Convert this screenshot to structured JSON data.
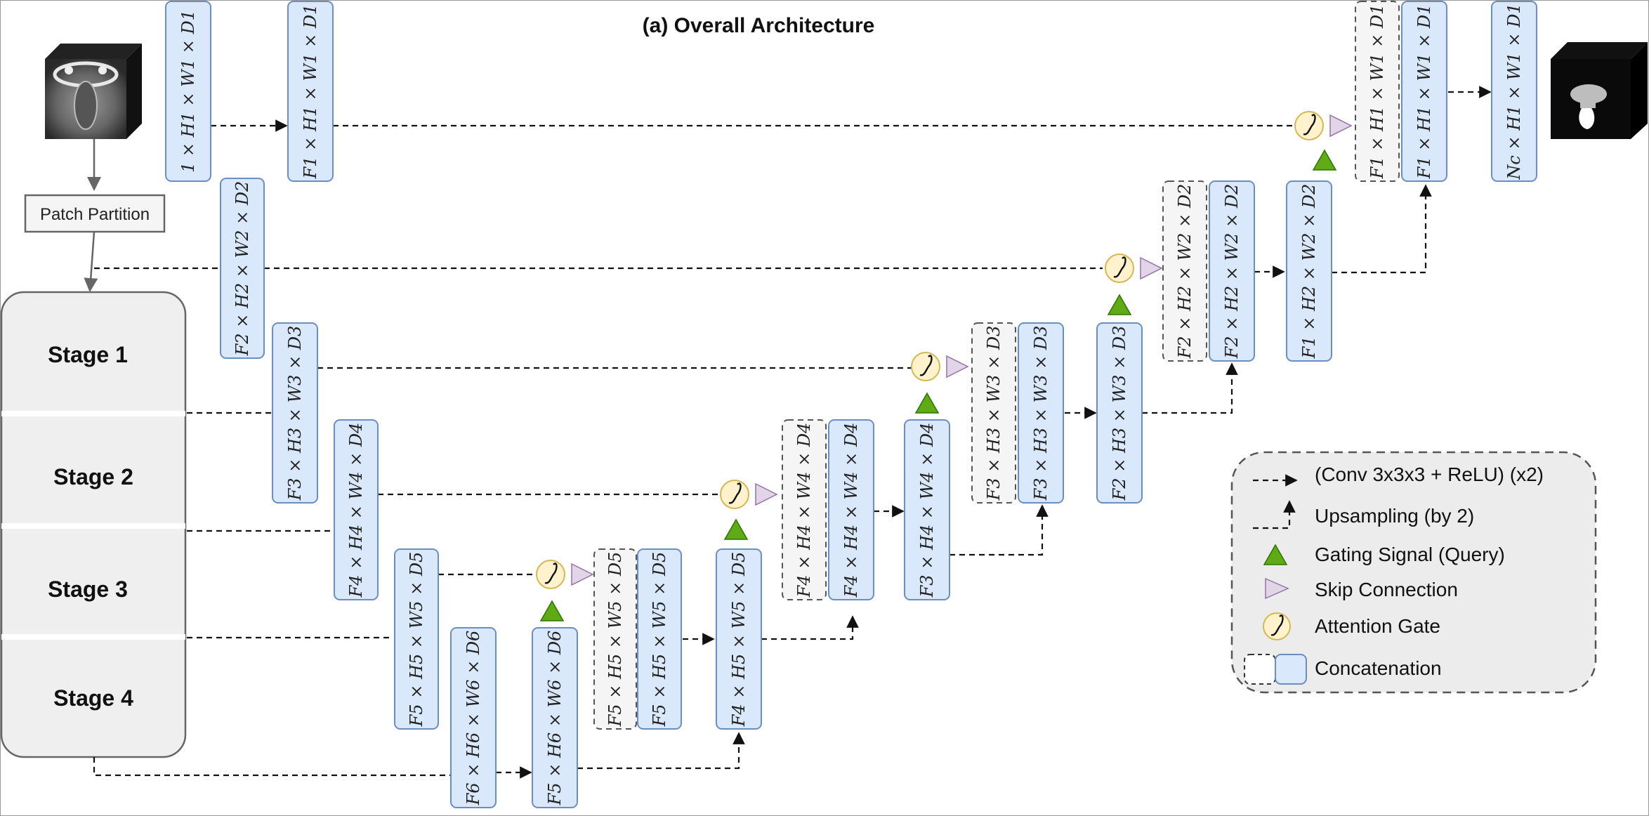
{
  "title": "(a) Overall Architecture",
  "patch_partition": "Patch Partition",
  "stages": [
    "Stage 1",
    "Stage 2",
    "Stage 3",
    "Stage 4"
  ],
  "feature_maps": {
    "input": "1 × H1 × W1 × D1",
    "embed": "F1 × H1 × W1 × D1",
    "enc_s1": "F2 × H2 × W2 × D2",
    "enc_s2": "F3 × H3 × W3 × D3",
    "enc_s3": "F4 × H4 × W4 × D4",
    "enc_s4": "F5 × H5 × W5 × D5",
    "bottleneck": "F6 × H6 × W6 × D6",
    "dec5_up": "F5 × H6 × W6 × D6",
    "dec5_skip": "F5 × H5 × W5 × D5",
    "dec5_up2": "F5 × H5 × W5 × D5",
    "dec5_conv": "F4 × H5 × W5 × D5",
    "dec4_skip": "F4 × H4 × W4 × D4",
    "dec4_up": "F4 × H4 × W4 × D4",
    "dec4_conv": "F3 × H4 × W4 × D4",
    "dec3_skip": "F3 × H3 × W3 × D3",
    "dec3_up": "F3 × H3 × W3 × D3",
    "dec3_conv": "F2 × H3 × W3 × D3",
    "dec2_skip": "F2 × H2 × W2 × D2",
    "dec2_up": "F2 × H2 × W2 × D2",
    "dec2_conv": "F1 × H2 × W2 × D2",
    "dec1_skip": "F1 × H1 × W1 × D1",
    "dec1_up": "F1 × H1 × W1 × D1",
    "output": "Nc × H1 × W1 × D1"
  },
  "legend": {
    "conv": "(Conv 3x3x3 + ReLU) (x2)",
    "upsampling": "Upsampling (by 2)",
    "gating": "Gating Signal (Query)",
    "skip": "Skip Connection",
    "attention": "Attention Gate",
    "concat": "Concatenation"
  },
  "colors": {
    "block_fill": "#dae8fc",
    "block_stroke": "#6c8ebf",
    "skip_fill": "#f5f5f5",
    "gating_fill": "#60a917",
    "skip_conn_fill": "#e1d5e7",
    "attention_fill": "#fff2cc",
    "legend_bg": "#ececec",
    "stage_bg": "#efefef"
  },
  "icons": {
    "input_volume": "ct-scan-volume-icon",
    "output_volume": "segmentation-mask-volume-icon",
    "attention": "integral-sign-icon"
  }
}
